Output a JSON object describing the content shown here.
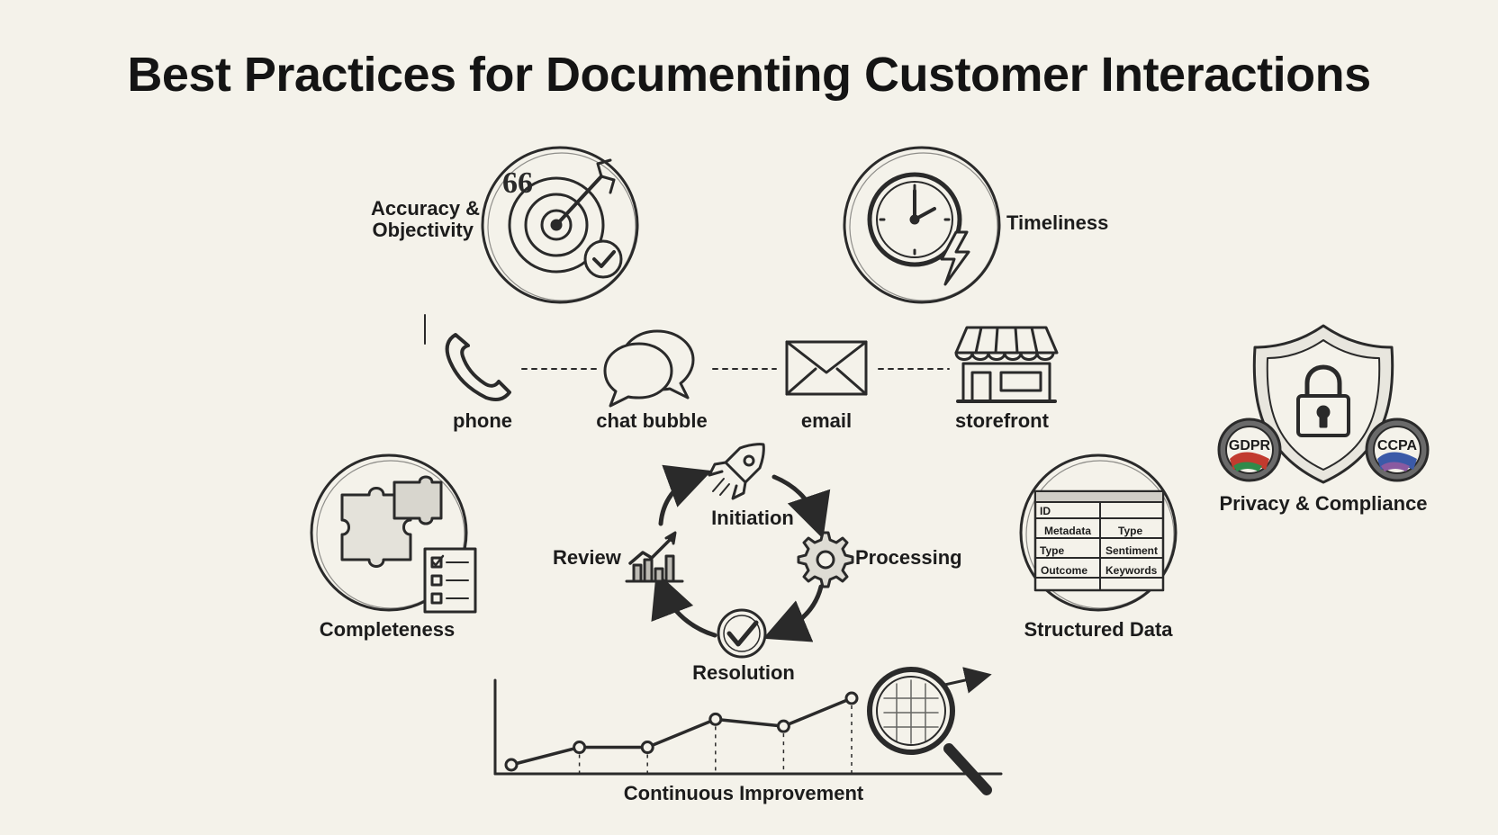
{
  "title": "Best Practices for Documenting Customer Interactions",
  "principles": {
    "accuracy": {
      "line1": "Accuracy &",
      "line2": "Objectivity"
    },
    "timeliness": "Timeliness",
    "completeness": "Completeness",
    "structured_data": "Structured Data",
    "privacy": "Privacy & Compliance",
    "continuous_improvement": "Continuous Improvement"
  },
  "channels": [
    {
      "label": "phone",
      "icon": "phone-icon"
    },
    {
      "label": "chat bubble",
      "icon": "chat-bubble-icon"
    },
    {
      "label": "email",
      "icon": "email-icon"
    },
    {
      "label": "storefront",
      "icon": "storefront-icon"
    }
  ],
  "cycle": {
    "initiation": "Initiation",
    "processing": "Processing",
    "resolution": "Resolution",
    "review": "Review"
  },
  "table": {
    "header": "ID",
    "rows": [
      [
        "Metadata",
        "Type"
      ],
      [
        "Type",
        "Sentiment"
      ],
      [
        "Outcome",
        "Keywords"
      ]
    ]
  },
  "badges": {
    "left": "GDPR",
    "right": "CCPA"
  },
  "improvement_chart": {
    "values": [
      1,
      2,
      2,
      3.6,
      3.2,
      4.8
    ]
  },
  "colors": {
    "background": "#f4f2ea",
    "ink": "#2a2a2a"
  }
}
